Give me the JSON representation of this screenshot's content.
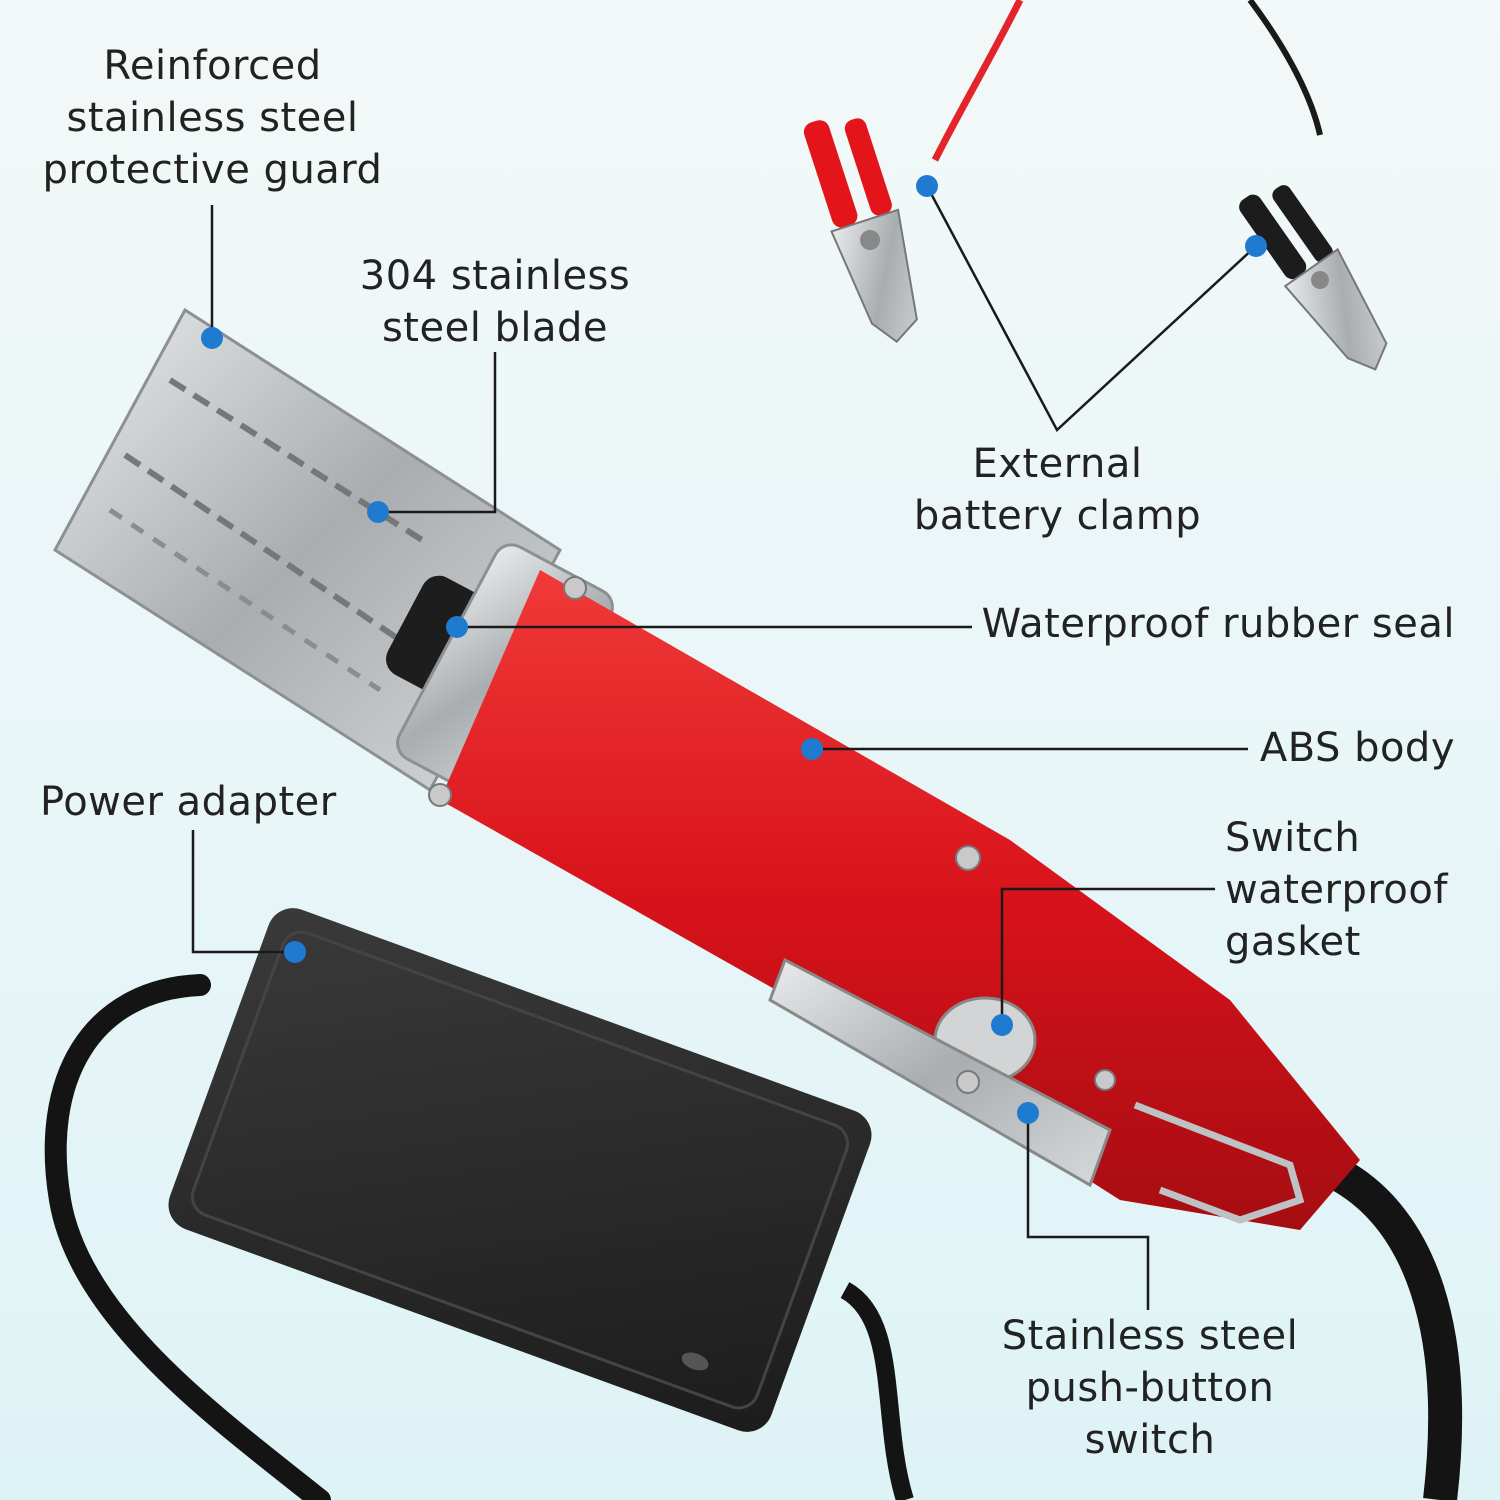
{
  "colors": {
    "marker": "#1f7bd0",
    "leader_line": "#1a1a1a",
    "body_red": "#e3141a",
    "adapter_black": "#262626",
    "steel": "#b9bcbe"
  },
  "labels": {
    "guard": "Reinforced\nstainless steel\nprotective guard",
    "blade": "304 stainless\nsteel blade",
    "clamp": "External\nbattery clamp",
    "seal": "Waterproof rubber seal",
    "abs_body": "ABS body",
    "gasket": "Switch\nwaterproof\ngasket",
    "adapter": "Power adapter",
    "push_switch": "Stainless steel\npush-button\nswitch"
  }
}
